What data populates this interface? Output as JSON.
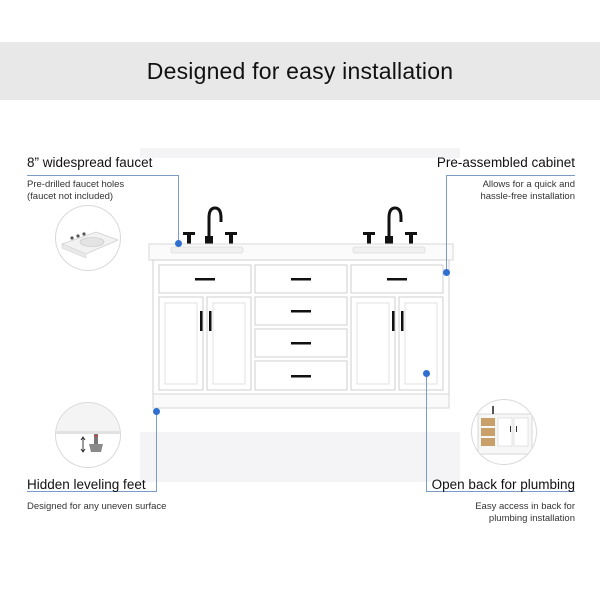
{
  "banner": {
    "title": "Designed for easy installation"
  },
  "features": {
    "faucet": {
      "title": "8” widespread faucet",
      "desc_line1": "Pre-drilled faucet holes",
      "desc_line2": "(faucet not included)",
      "thumb_icon": "sink-basin-icon"
    },
    "cabinet": {
      "title": "Pre-assembled cabinet",
      "desc_line1": "Allows for  a quick and",
      "desc_line2": "hassle-free installation"
    },
    "feet": {
      "title": "Hidden leveling feet",
      "desc_line1": "Designed for any uneven surface",
      "thumb_icon": "leveling-foot-icon"
    },
    "plumbing": {
      "title": "Open back for plumbing",
      "desc_line1": "Easy access in back for",
      "desc_line2": "plumbing installation",
      "thumb_icon": "cabinet-back-icon"
    }
  },
  "colors": {
    "banner_bg": "#e8e8e8",
    "accent_dot": "#2f6fcf",
    "leader_line": "#7a9cc7",
    "cabinet_white": "#ffffff",
    "hardware_black": "#111111",
    "wood_tone": "#c9a06a"
  }
}
